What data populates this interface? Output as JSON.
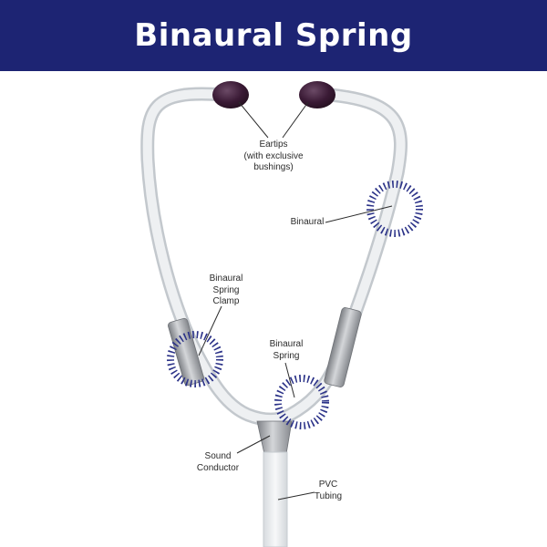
{
  "title": "Binaural Spring",
  "colors": {
    "banner": "#1d2473",
    "eartip": "#3a1a35",
    "tube": "#e8ebee",
    "metal": "#9a9da2",
    "highlight_ring": "#2b3288"
  },
  "labels": {
    "eartips": [
      "Eartips",
      "(with exclusive",
      "bushings)"
    ],
    "binaural": [
      "Binaural"
    ],
    "spring_clamp": [
      "Binaural",
      "Spring",
      "Clamp"
    ],
    "binaural_spring": [
      "Binaural",
      "Spring"
    ],
    "sound_conductor": [
      "Sound",
      "Conductor"
    ],
    "pvc_tubing": [
      "PVC",
      "Tubing"
    ]
  }
}
